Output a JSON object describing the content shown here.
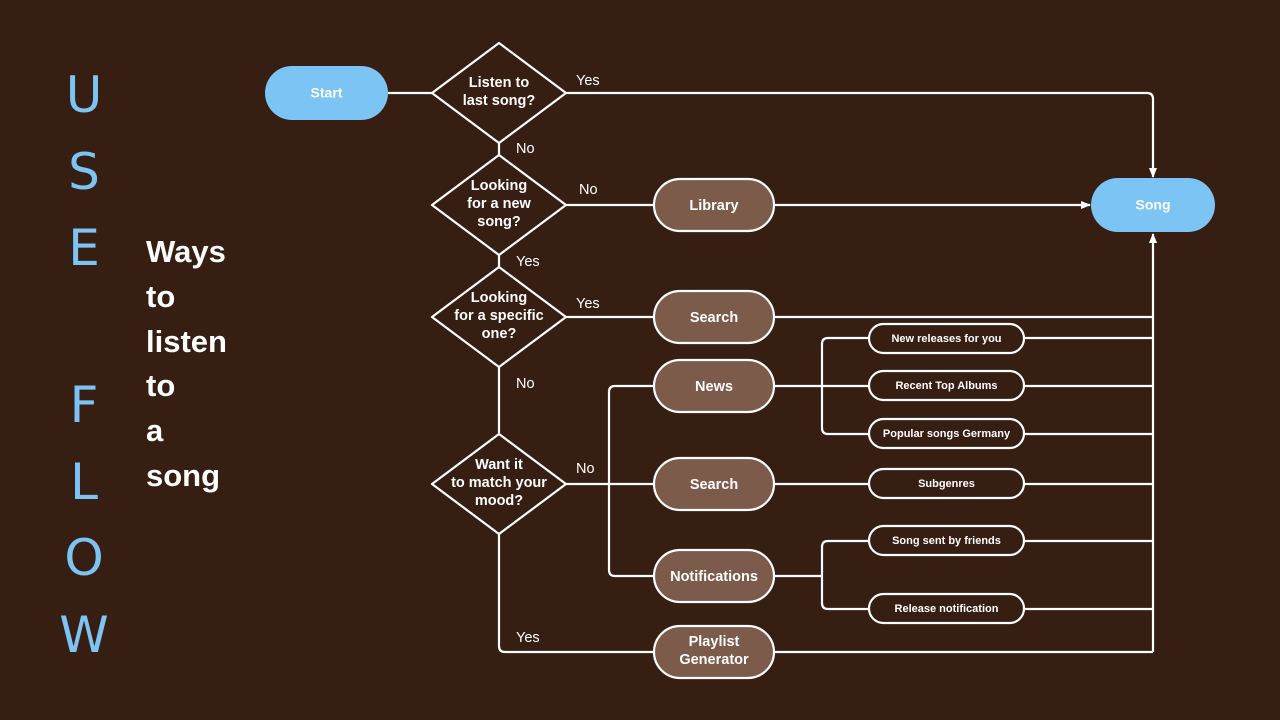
{
  "side_title": [
    "U",
    "S",
    "E",
    "F",
    "L",
    "O",
    "W"
  ],
  "subtitle": [
    "Ways",
    "to",
    "listen",
    "to",
    "a",
    "song"
  ],
  "nodes": {
    "start": "Start",
    "q_last": [
      "Listen to",
      "last song?"
    ],
    "q_new": [
      "Looking",
      "for a new",
      "song?"
    ],
    "q_specific": [
      "Looking",
      "for a specific",
      "one?"
    ],
    "q_mood": [
      "Want it",
      "to match your",
      "mood?"
    ],
    "library": "Library",
    "search1": "Search",
    "news": "News",
    "search2": "Search",
    "notifications": "Notifications",
    "playlist": [
      "Playlist",
      "Generator"
    ],
    "song": "Song",
    "new_releases": "New releases for you",
    "recent_top": "Recent Top Albums",
    "popular_de": "Popular songs Germany",
    "subgenres": "Subgenres",
    "song_friends": "Song sent by friends",
    "release_notif": "Release notification"
  },
  "edge_labels": {
    "last_yes": "Yes",
    "last_no": "No",
    "new_no": "No",
    "new_yes": "Yes",
    "specific_yes": "Yes",
    "specific_no": "No",
    "mood_no": "No",
    "mood_yes": "Yes"
  },
  "colors": {
    "background": "#361e13",
    "accent_blue": "#7cc4f4",
    "box_fill": "#7d5b4b",
    "line": "#ffffff"
  }
}
